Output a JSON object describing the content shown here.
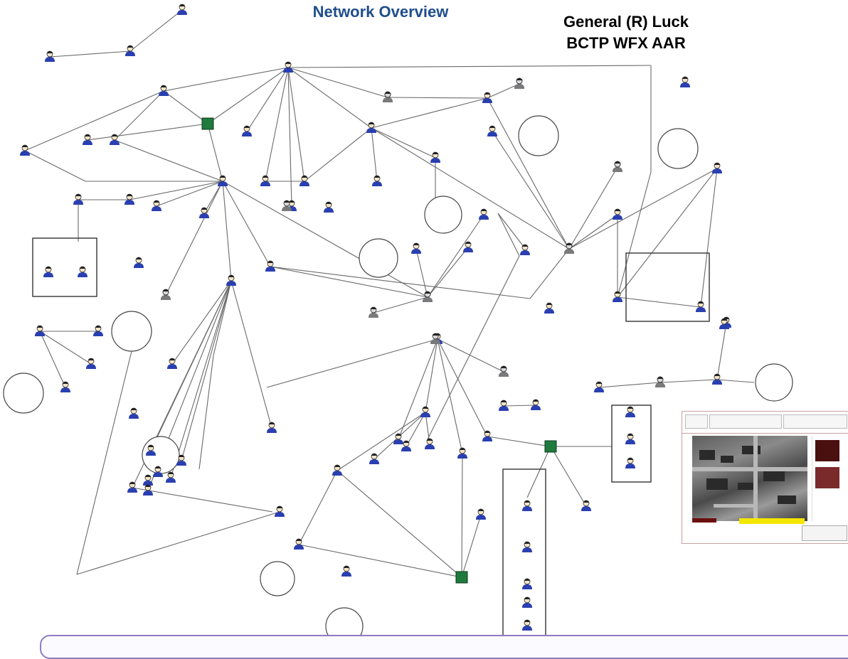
{
  "title": "Network Overview",
  "subtitle_line_1": "General (R) Luck",
  "subtitle_line_2": "BCTP WFX AAR",
  "colors": {
    "title": "#1f4e8c",
    "person_shirt": "#2a3fb0",
    "person_head": "#f4e4c8",
    "hub_node": "#1f7a3e",
    "link": "#6a6a6a",
    "frame_band": "#8e7cc3"
  }
}
